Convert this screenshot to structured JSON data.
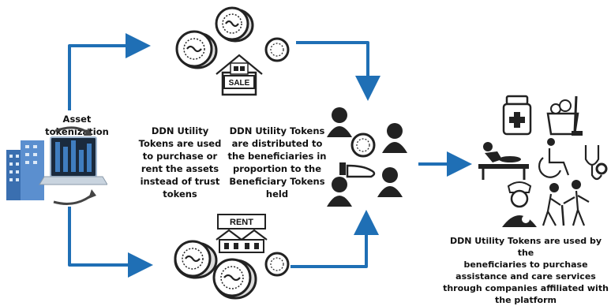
{
  "diagram": {
    "asset_label": "Asset tokenization",
    "text_left": [
      "DDN Utility",
      "Tokens are used",
      "to purchase or",
      "rent the assets",
      "instead of trust",
      "tokens"
    ],
    "text_middle": [
      "DDN Utility Tokens",
      "are distributed to",
      "the beneficiaries in",
      "proportion to the",
      "Beneficiary Tokens",
      "held"
    ],
    "text_right": [
      "DDN Utility Tokens are used by the",
      "beneficiaries to purchase",
      "assistance and care services",
      "through companies affiliated with",
      "the platform"
    ],
    "sale_sign": "SALE",
    "rent_sign": "RENT",
    "colors": {
      "arrow": "#1f6fb5",
      "icon": "#222222",
      "building": "#3a6fb0"
    },
    "icons": [
      "sale-house-icon",
      "rent-houses-icon",
      "coin-hand-icon",
      "beneficiaries-group-icon",
      "medicine-bottle-icon",
      "cleaning-bucket-icon",
      "massage-table-icon",
      "wheelchair-icon",
      "stethoscope-icon",
      "nurse-icon",
      "elderly-walking-icon"
    ]
  }
}
